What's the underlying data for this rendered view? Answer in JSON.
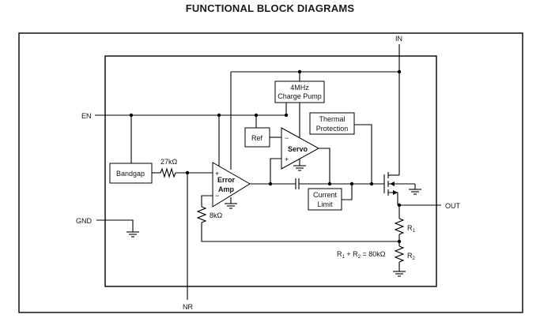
{
  "title": "FUNCTIONAL BLOCK DIAGRAMS",
  "pins": {
    "in": "IN",
    "en": "EN",
    "gnd": "GND",
    "out": "OUT",
    "nr": "NR"
  },
  "blocks": {
    "charge_pump_line1": "4MHz",
    "charge_pump_line2": "Charge Pump",
    "ref": "Ref",
    "servo": "Servo",
    "thermal_line1": "Thermal",
    "thermal_line2": "Protection",
    "bandgap": "Bandgap",
    "error_amp_line1": "Error",
    "error_amp_line2": "Amp",
    "current_limit_line1": "Current",
    "current_limit_line2": "Limit"
  },
  "components": {
    "r_bandgap": "27kΩ",
    "r_feedback": "8kΩ",
    "r1": "R",
    "r1_sub": "1",
    "r2": "R",
    "r2_sub": "2",
    "divider_note_r1": "R",
    "divider_note_r1_sub": "1",
    "divider_note_plus": " + R",
    "divider_note_r2_sub": "2",
    "divider_note_eq": " = 80kΩ"
  },
  "signs": {
    "plus": "+",
    "minus": "−"
  }
}
